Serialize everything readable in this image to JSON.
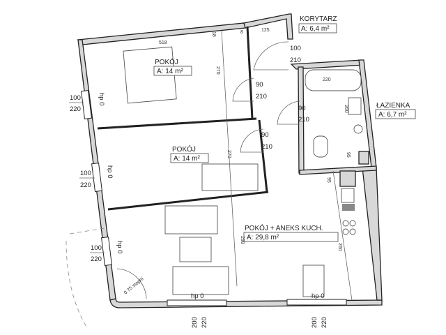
{
  "rooms": [
    {
      "name": "KORYTARZ",
      "area": "A: 6,4 m²"
    },
    {
      "name": "POKÓJ",
      "area": "A: 14 m²"
    },
    {
      "name": "POKÓJ",
      "area": "A: 14 m²"
    },
    {
      "name": "POKÓJ + ANEKS KUCH.",
      "area": "A: 29,8 m²"
    },
    {
      "name": "ŁAZIENKA",
      "area": "A: 6,7 m²"
    }
  ],
  "windows": [
    {
      "width": "100",
      "height": "220",
      "sill": "hp 0"
    },
    {
      "width": "100",
      "height": "220",
      "sill": "hp 0"
    },
    {
      "width": "100",
      "height": "220",
      "sill": "hp 0"
    },
    {
      "width": "200",
      "height": "220",
      "sill": "hp 0"
    },
    {
      "width": "200",
      "height": "220",
      "sill": "hp 0"
    }
  ],
  "doors": [
    {
      "width": "100",
      "height": "210"
    },
    {
      "width": "90",
      "height": "210"
    },
    {
      "width": "90",
      "height": "210"
    },
    {
      "width": "90",
      "height": "210"
    }
  ],
  "dimensions": {
    "bedroom_bed": "518",
    "corridor_width": "125",
    "bedroom1_height": "270",
    "bedroom2_height": "270",
    "living_height": "298",
    "bath_width": "220",
    "bath_height": "260",
    "kitchen_height": "260",
    "shaft1": "95",
    "shaft2": "95",
    "small1": "18",
    "small2": "8",
    "terrace_slope": "0.75 stopni"
  }
}
